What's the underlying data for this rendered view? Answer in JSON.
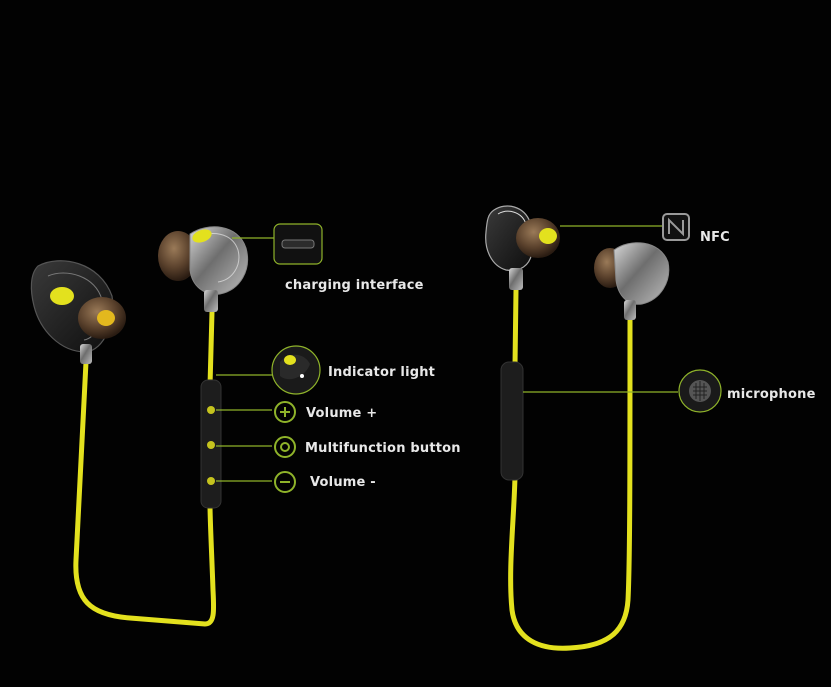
{
  "labels": {
    "charging": "charging interface",
    "indicator": "Indicator light",
    "volume_up": "Volume +",
    "multifunction": "Multifunction button",
    "volume_down": "Volume -",
    "nfc": "NFC",
    "microphone": "microphone"
  },
  "colors": {
    "cable": "#e3e11e",
    "callout": "#8fb32a",
    "background": "#020202",
    "label": "#e8e8e8"
  },
  "icons": {
    "charging": "usb-port-icon",
    "indicator": "led-light-icon",
    "volume_up": "plus-circle-icon",
    "multifunction": "target-circle-icon",
    "volume_down": "minus-circle-icon",
    "nfc": "nfc-icon",
    "microphone": "microphone-grille-icon"
  }
}
